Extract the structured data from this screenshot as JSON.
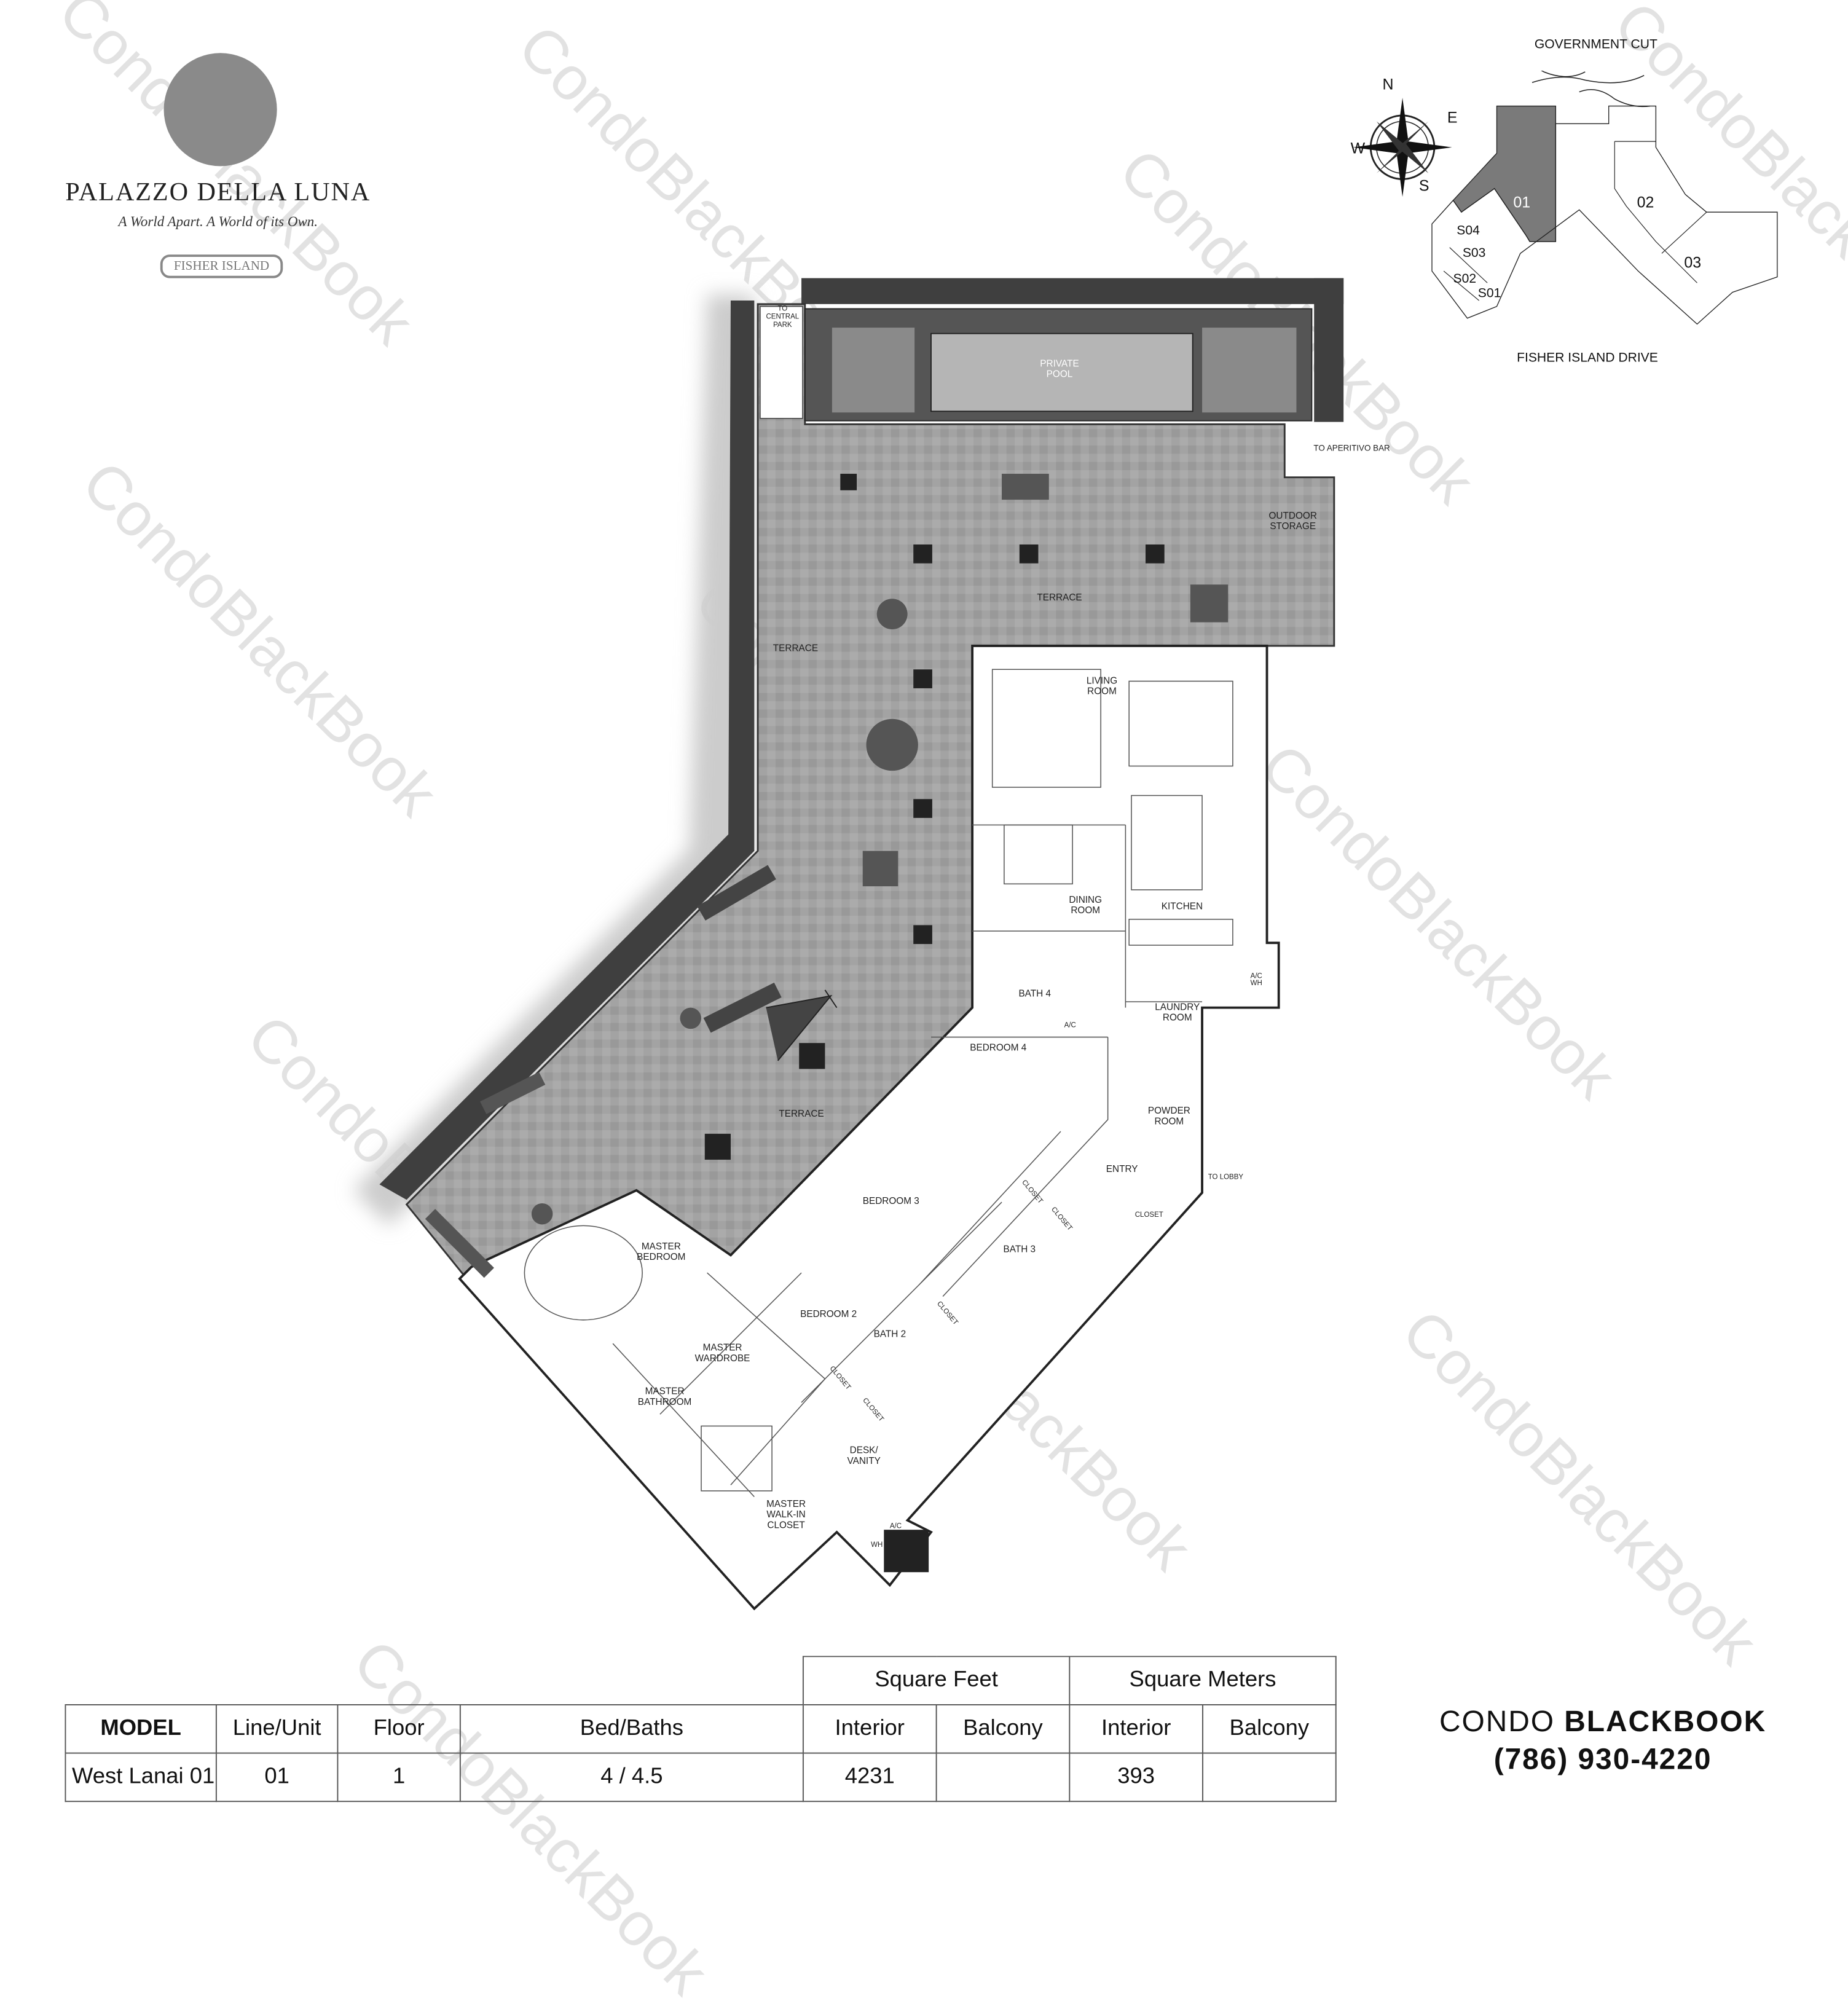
{
  "brand": {
    "project_name": "PALAZZO DELLA LUNA",
    "tagline": "A World Apart. A World of its Own.",
    "badge": "FISHER ISLAND"
  },
  "key_plan": {
    "top_label": "GOVERNMENT CUT",
    "bottom_label": "FISHER ISLAND DRIVE",
    "compass": {
      "n": "N",
      "e": "E",
      "s": "S",
      "w": "W"
    },
    "units": [
      "01",
      "02",
      "03",
      "S04",
      "S03",
      "S02",
      "S01"
    ],
    "highlight_unit": "01",
    "highlight_color": "#7a7a7a"
  },
  "floor_plan": {
    "labels": {
      "to_central_park": "TO CENTRAL PARK",
      "private_pool": "PRIVATE POOL",
      "to_aperitivo_bar": "TO APERITIVO BAR",
      "outdoor_storage": "OUTDOOR STORAGE",
      "terrace_north": "TERRACE",
      "terrace_west": "TERRACE",
      "terrace_south": "TERRACE",
      "living_room": "LIVING ROOM",
      "dining_room": "DINING ROOM",
      "kitchen": "KITCHEN",
      "bath_4": "BATH 4",
      "ac_1": "A/C",
      "ac_wh": "A/C WH",
      "laundry_room": "LAUNDRY ROOM",
      "bedroom_4": "BEDROOM 4",
      "powder_room": "POWDER ROOM",
      "entry": "ENTRY",
      "to_lobby": "TO LOBBY",
      "closet_entry": "CLOSET",
      "closet_b3a": "CLOSET",
      "closet_b3b": "CLOSET",
      "bedroom_3": "BEDROOM 3",
      "bath_3": "BATH 3",
      "master_bedroom": "MASTER BEDROOM",
      "bedroom_2": "BEDROOM 2",
      "bath_2": "BATH 2",
      "closet_b2": "CLOSET",
      "closet_m1": "CLOSET",
      "closet_m2": "CLOSET",
      "master_wardrobe": "MASTER WARDROBE",
      "master_bathroom": "MASTER BATHROOM",
      "desk_vanity": "DESK/ VANITY",
      "master_walkin": "MASTER WALK-IN CLOSET",
      "ac_2": "A/C",
      "wh": "WH"
    }
  },
  "specs": {
    "group_headers": {
      "sqft": "Square Feet",
      "sqm": "Square Meters"
    },
    "columns": [
      "MODEL",
      "Line/Unit",
      "Floor",
      "Bed/Baths",
      "Interior",
      "Balcony",
      "Interior",
      "Balcony"
    ],
    "row": [
      "West Lanai 01",
      "01",
      "1",
      "4 / 4.5",
      "4231",
      "",
      "393",
      ""
    ]
  },
  "agency": {
    "name_light": "CONDO",
    "name_bold": "BLACKBOOK",
    "phone": "(786) 930-4220"
  },
  "watermark": "CondoBlackBook"
}
